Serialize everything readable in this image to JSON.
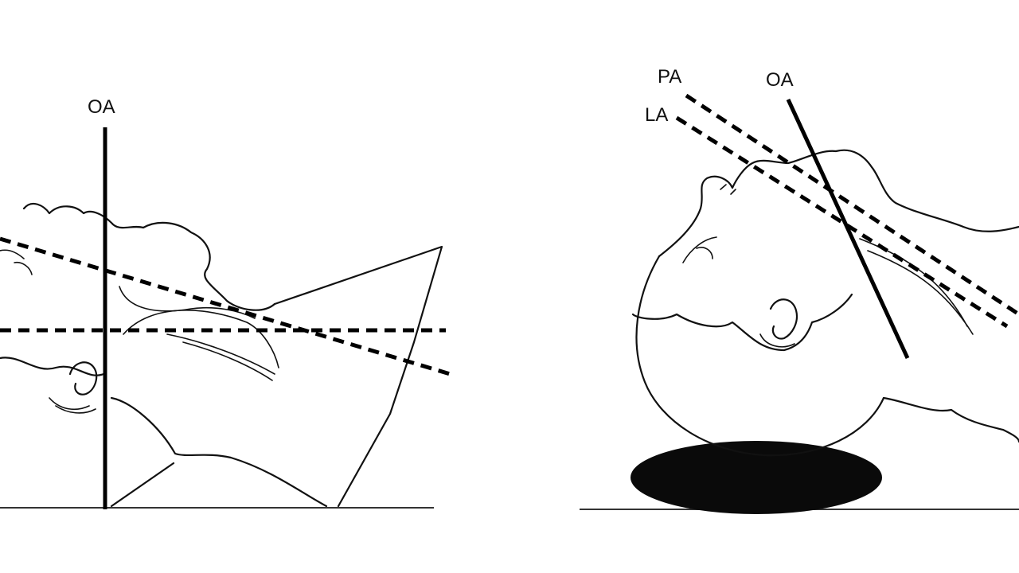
{
  "panels": [
    {
      "id": "left",
      "labels": {
        "optical_axis": "OA"
      }
    },
    {
      "id": "right",
      "labels": {
        "pharyngeal_axis": "PA",
        "laryngeal_axis": "LA",
        "optical_axis": "OA"
      }
    }
  ],
  "colors": {
    "ink": "#111111",
    "background": "#ffffff",
    "pillow": "#0a0a0a"
  }
}
